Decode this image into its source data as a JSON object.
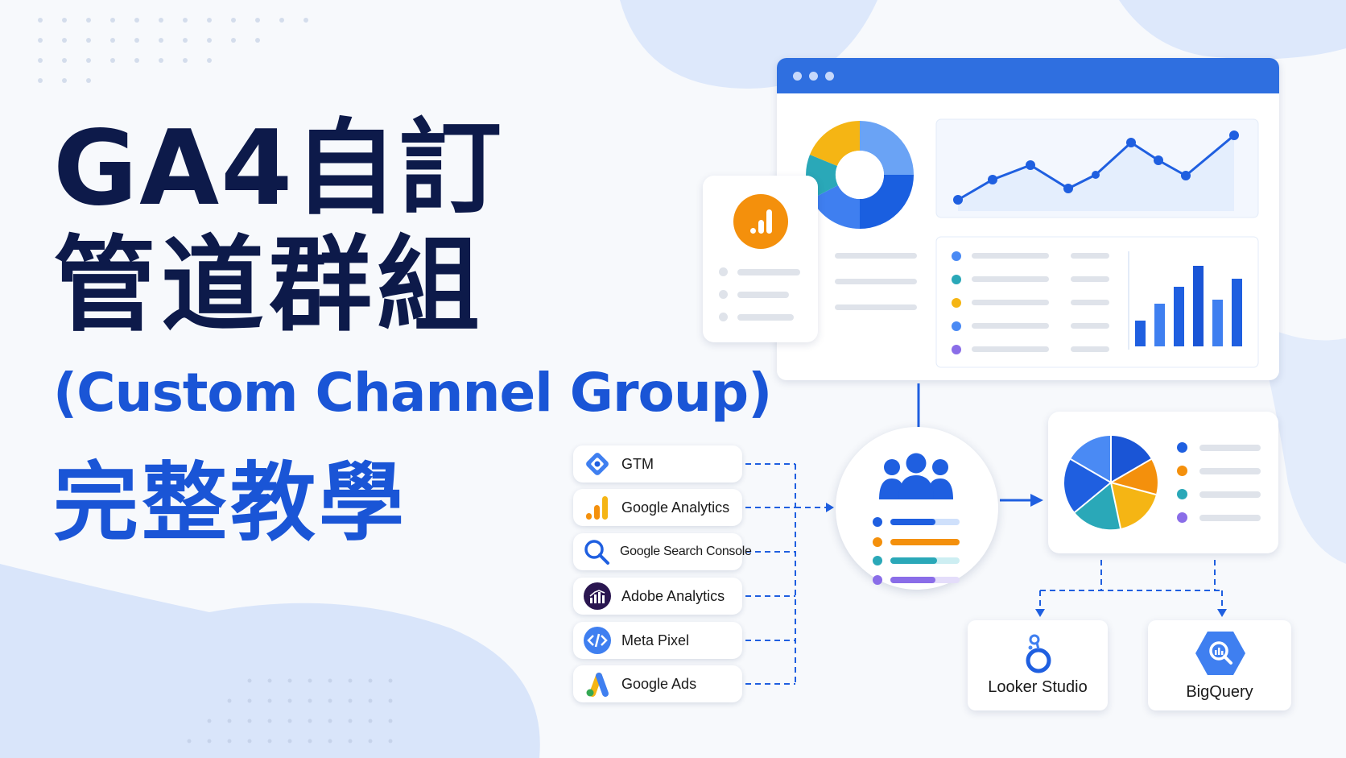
{
  "title": {
    "line1": "GA4自訂",
    "line2": "管道群組",
    "line3": "(Custom Channel Group)",
    "line4": "完整教學"
  },
  "sources": [
    {
      "label": "GTM",
      "icon": "gtm-icon"
    },
    {
      "label": "Google Analytics",
      "icon": "google-analytics-icon"
    },
    {
      "label": "Google Search Console",
      "icon": "search-console-icon"
    },
    {
      "label": "Adobe Analytics",
      "icon": "adobe-analytics-icon"
    },
    {
      "label": "Meta Pixel",
      "icon": "meta-pixel-icon"
    },
    {
      "label": "Google Ads",
      "icon": "google-ads-icon"
    }
  ],
  "destinations": [
    {
      "label": "Looker Studio",
      "icon": "looker-studio-icon"
    },
    {
      "label": "BigQuery",
      "icon": "bigquery-icon"
    }
  ],
  "colors": {
    "navy": "#0d1a4a",
    "brand_blue": "#1a55d6",
    "window_bar": "#2f6fe0",
    "ga_orange": "#f4900c"
  }
}
